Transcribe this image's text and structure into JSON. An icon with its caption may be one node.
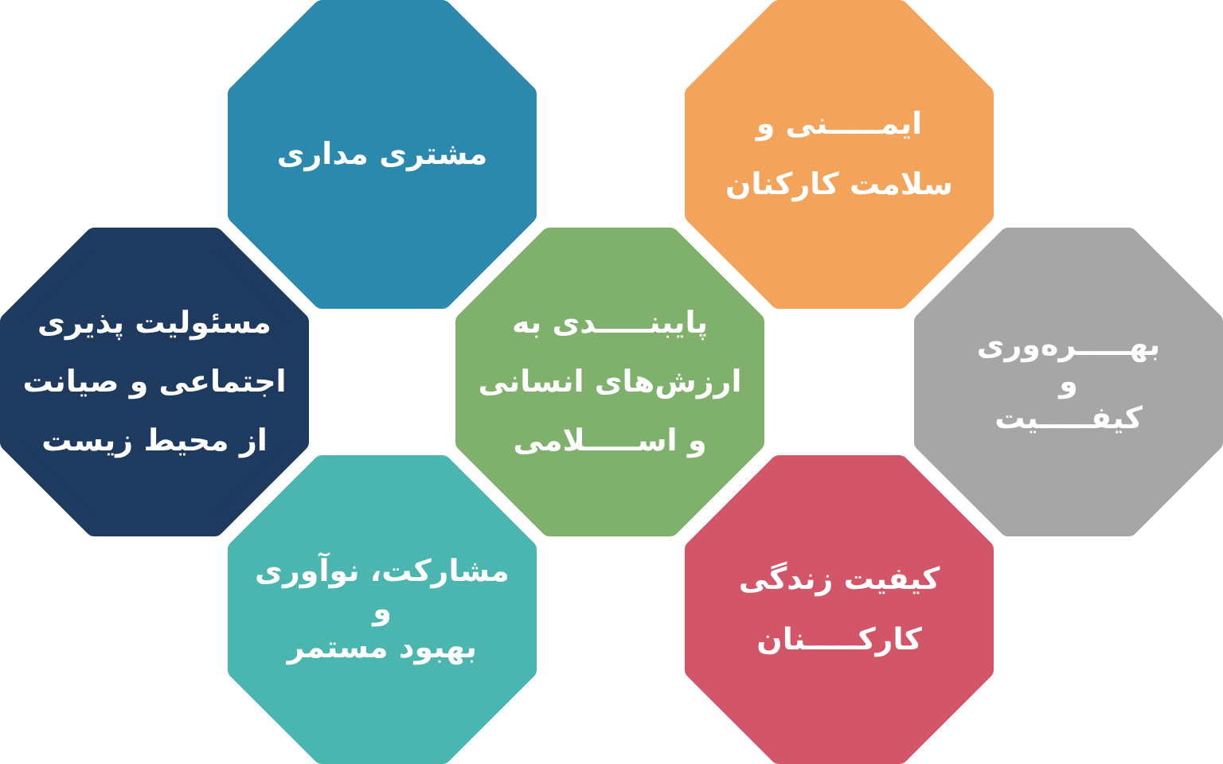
{
  "diagram": {
    "nodes": [
      {
        "text": [
          "ایمـــــنی و سلامت کارکنان"
        ]
      },
      {
        "text": [
          "مشتری مداری"
        ]
      },
      {
        "text": [
          "بهـــــره‌وری و کیفـــــیت"
        ]
      },
      {
        "text": [
          "پایبنـــــدی به ارزش‌های انسانی و اســـــلامی"
        ]
      },
      {
        "text": [
          "مسئولیت پذیری اجتماعی و صیانت از محیط زیست"
        ]
      },
      {
        "text": [
          "کیفیت زندگی کارکـــــنان"
        ]
      },
      {
        "text": [
          "مشارکت، نوآوری و بهبود مستمر"
        ]
      }
    ]
  }
}
